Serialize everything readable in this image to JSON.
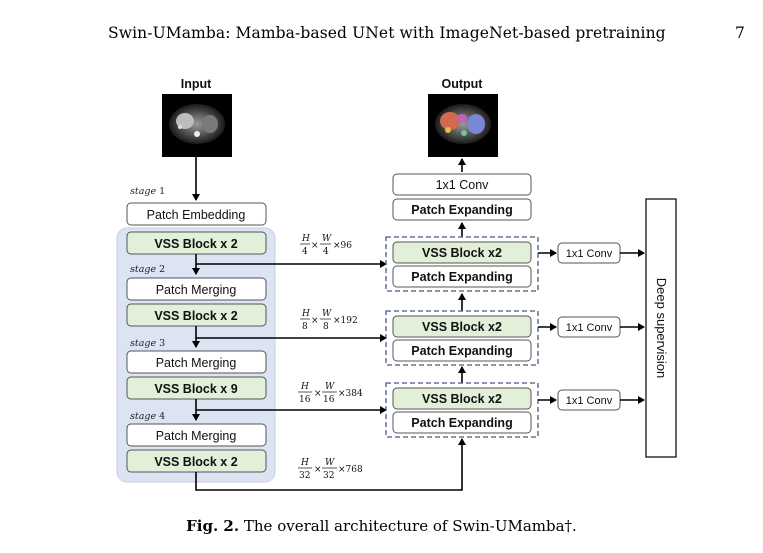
{
  "header": {
    "title": "Swin-UMamba: Mamba-based UNet with ImageNet-based pretraining",
    "page_number": "7"
  },
  "figure": {
    "input_label": "Input",
    "output_label": "Output",
    "encoder": {
      "stage_word": "stage",
      "stages": [
        "1",
        "2",
        "3",
        "4"
      ],
      "patch_embedding": "Patch Embedding",
      "patch_merging": "Patch Merging",
      "vss_blocks": [
        "VSS Block x 2",
        "VSS Block x 2",
        "VSS Block x 9",
        "VSS Block x 2"
      ]
    },
    "decoder": {
      "vss_block": "VSS Block x2",
      "patch_expanding": "Patch Expanding",
      "conv_1x1_top": "1x1 Conv",
      "side_conv": "1x1 Conv"
    },
    "deep_supervision": "Deep supervision",
    "skip_dims": [
      {
        "num": "H",
        "den": "4",
        "num2": "W",
        "den2": "4",
        "ch": "×96"
      },
      {
        "num": "H",
        "den": "8",
        "num2": "W",
        "den2": "8",
        "ch": "×192"
      },
      {
        "num": "H",
        "den": "16",
        "num2": "W",
        "den2": "16",
        "ch": "×384"
      },
      {
        "num": "H",
        "den": "32",
        "num2": "W",
        "den2": "32",
        "ch": "×768"
      }
    ],
    "times": "×"
  },
  "caption": {
    "label": "Fig. 2.",
    "text": "The overall architecture of Swin-UMamba†."
  }
}
